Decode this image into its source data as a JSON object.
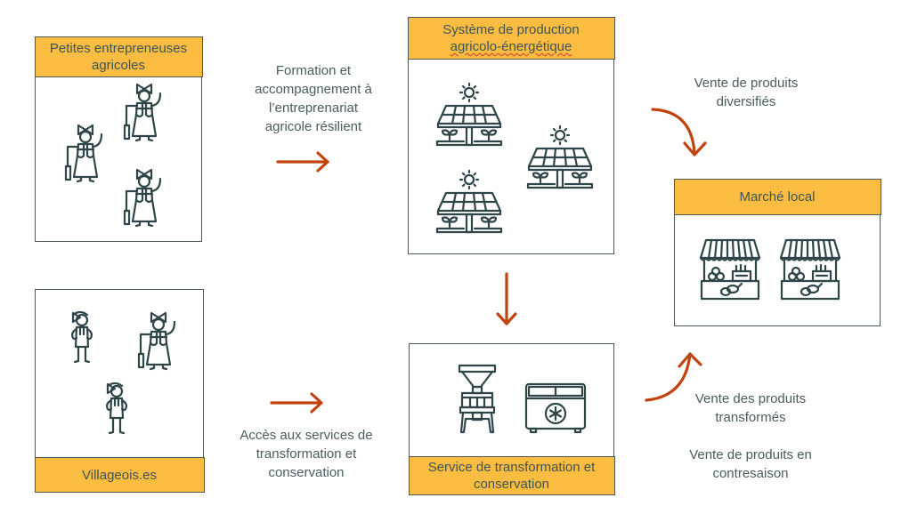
{
  "colors": {
    "header_fill": "#fbbd41",
    "border": "#4a5a5c",
    "arrow": "#c0440f",
    "icon_stroke": "#2f4548",
    "text": "#4a5c5e"
  },
  "boxes": {
    "entrepreneuses": {
      "title": "Petites entrepreneuses agricoles",
      "icons": [
        "farmer-woman-icon",
        "farmer-woman-icon",
        "farmer-woman-icon"
      ]
    },
    "villageois": {
      "title": "Villageois.es",
      "icons": [
        "villager-icon",
        "farmer-woman-icon",
        "villager-icon"
      ]
    },
    "production": {
      "title_line1": "Système de production",
      "title_line2": "agricolo-énergétique",
      "icons": [
        "agrivoltaic-solar-panel-icon",
        "agrivoltaic-solar-panel-icon",
        "agrivoltaic-solar-panel-icon"
      ]
    },
    "transformation": {
      "title": "Service de transformation et conservation",
      "icons": [
        "grain-mill-icon",
        "chest-freezer-icon"
      ]
    },
    "marche": {
      "title": "Marché local",
      "icons": [
        "market-stall-icon",
        "market-stall-icon"
      ]
    }
  },
  "labels": {
    "formation": "Formation et accompagnement à l’entreprenariat agricole résilient",
    "acces": "Accès aux services de transformation et conservation",
    "vente_diversifies": "Vente de produits diversifiés",
    "vente_transformes": "Vente des produits transformés",
    "vente_contresaison": "Vente de produits en contresaison"
  },
  "arrows": [
    "right-arrow",
    "right-arrow",
    "down-arrow",
    "curved-down-arrow",
    "curved-up-arrow"
  ]
}
